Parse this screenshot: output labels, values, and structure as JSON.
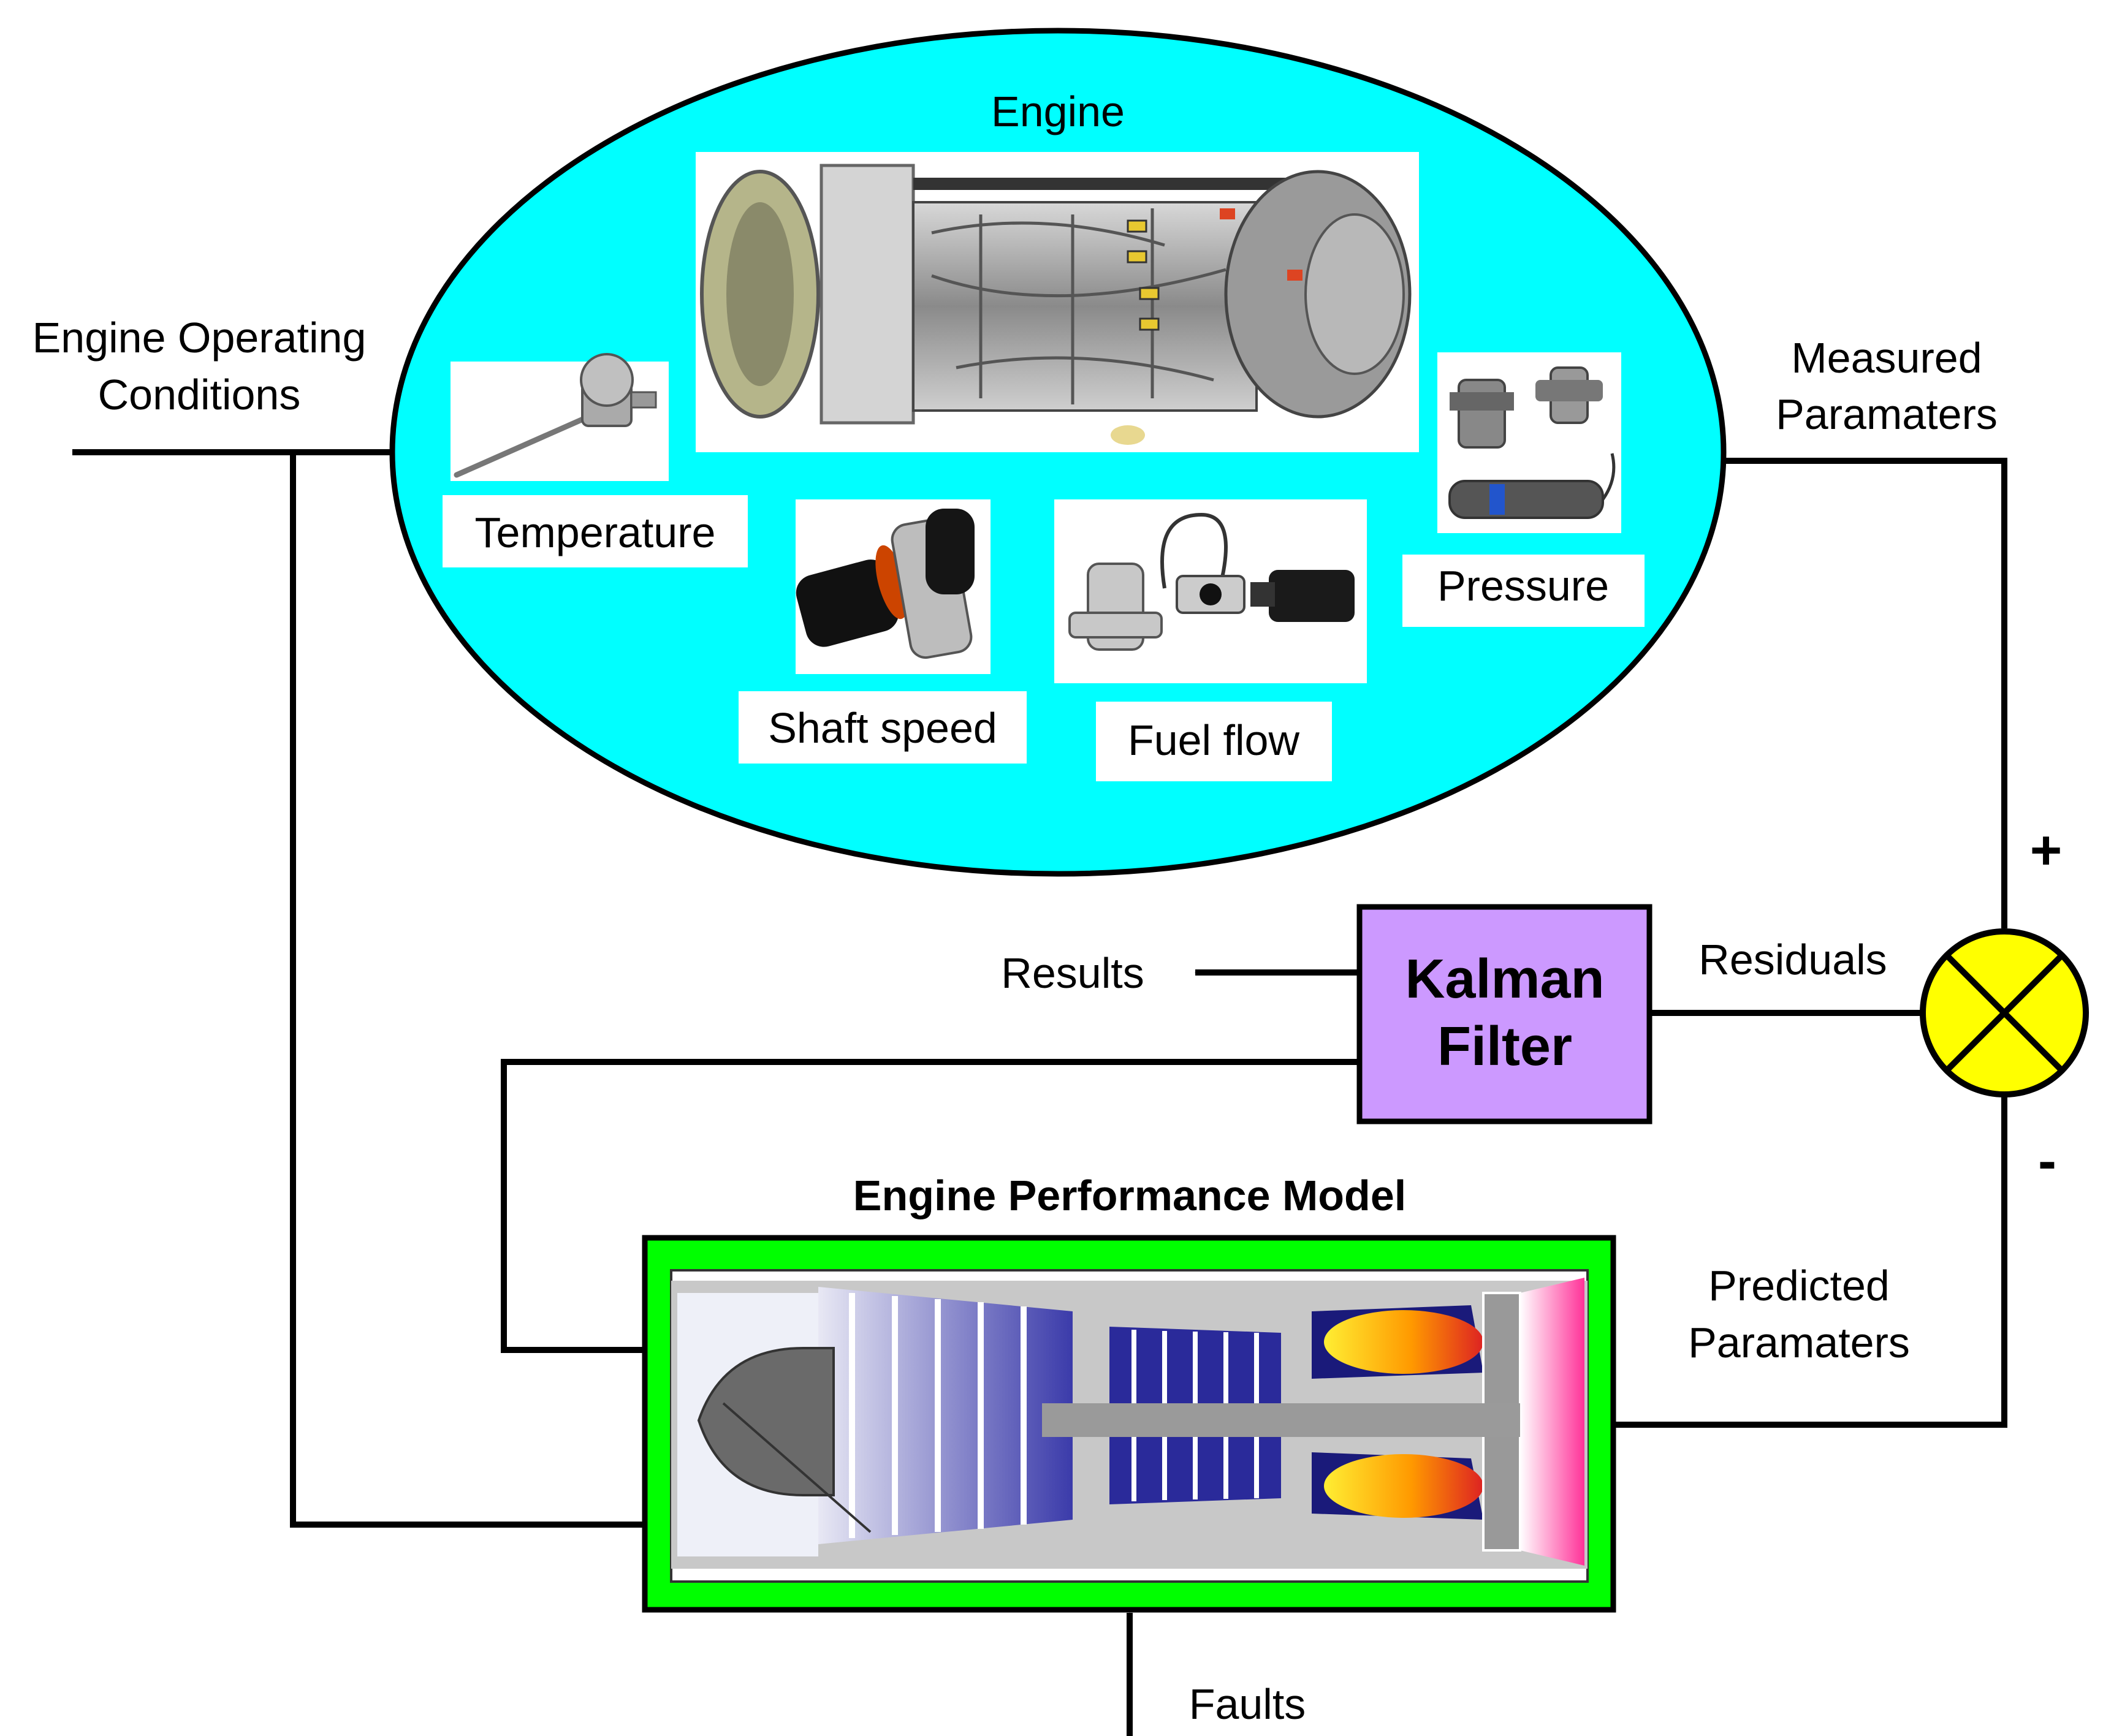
{
  "engine": {
    "title": "Engine",
    "sensors": {
      "temperature": "Temperature",
      "shaft_speed": "Shaft speed",
      "fuel_flow": "Fuel flow",
      "pressure": "Pressure"
    }
  },
  "signals": {
    "inputs_line1": "Engine Operating",
    "inputs_line2": "Conditions",
    "measured_line1": "Measured",
    "measured_line2": "Paramaters",
    "predicted_line1": "Predicted",
    "predicted_line2": "Paramaters",
    "residuals": "Residuals",
    "results": "Results",
    "faults": "Faults"
  },
  "kalman": {
    "line1": "Kalman",
    "line2": "Filter"
  },
  "model": {
    "title": "Engine Performance Model"
  },
  "summing": {
    "plus": "+",
    "minus": "-"
  },
  "colors": {
    "engine_fill": "#00ffff",
    "kalman_fill": "#cc99ff",
    "model_border": "#00ff00",
    "sum_fill": "#ffff00"
  }
}
